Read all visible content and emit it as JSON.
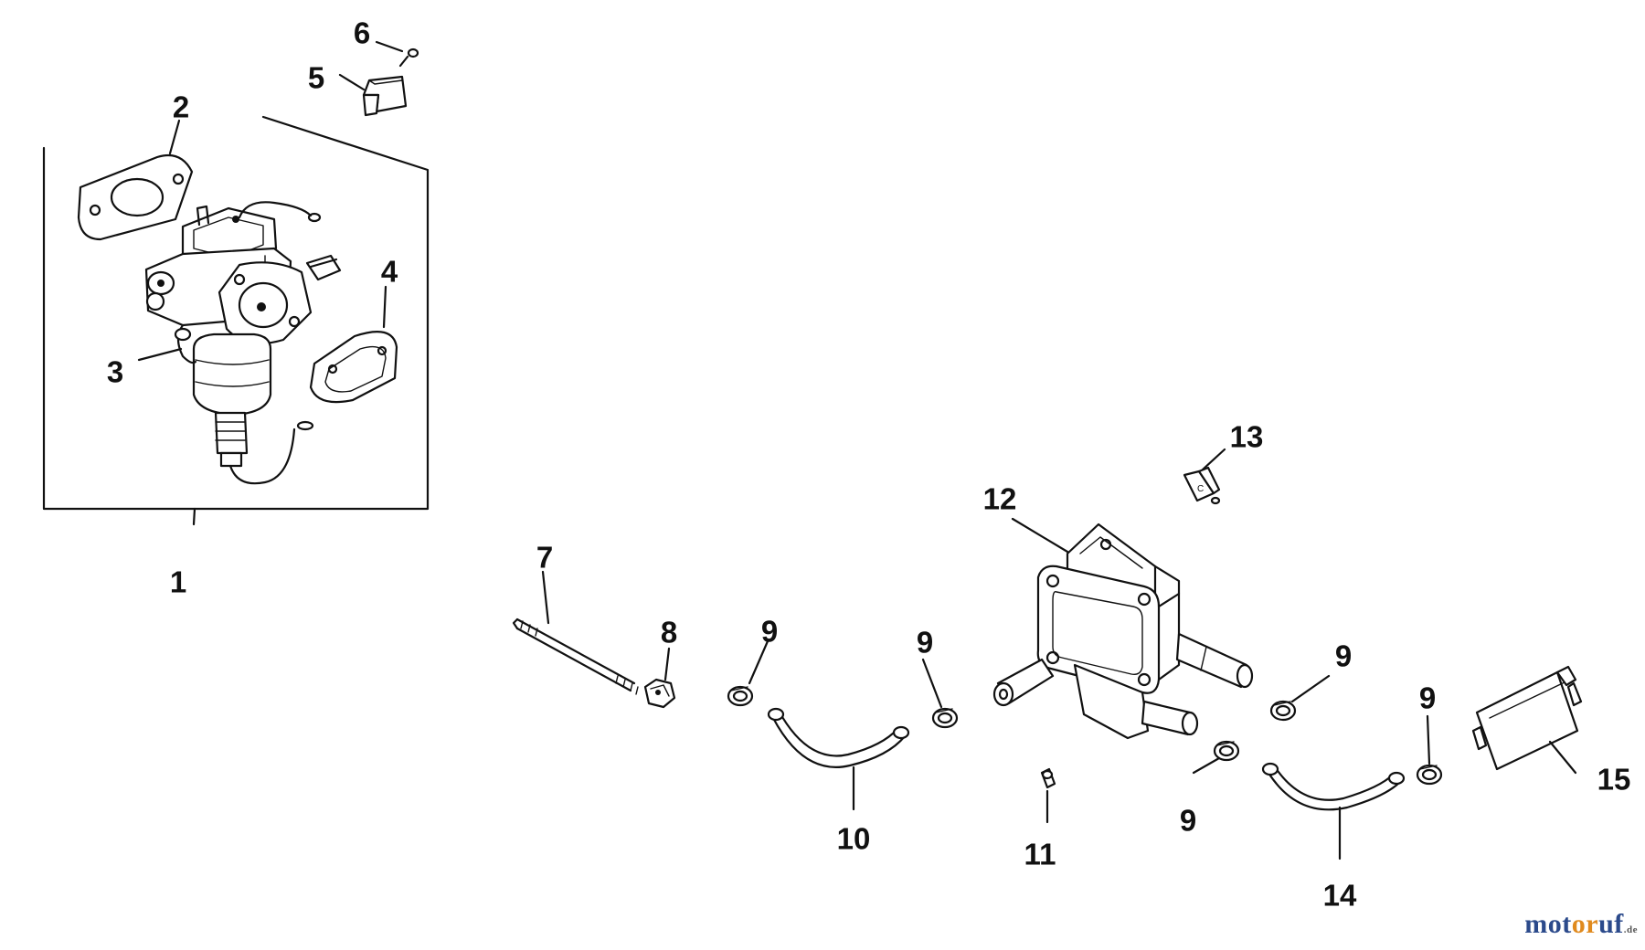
{
  "callouts": {
    "c1": "1",
    "c2": "2",
    "c3": "3",
    "c4": "4",
    "c5": "5",
    "c6": "6",
    "c7": "7",
    "c8": "8",
    "c9a": "9",
    "c9b": "9",
    "c9c": "9",
    "c9d": "9",
    "c9e": "9",
    "c10": "10",
    "c11": "11",
    "c12": "12",
    "c13": "13",
    "c14": "14",
    "c15": "15"
  },
  "watermark": {
    "part1": "mot",
    "part2": "or",
    "part3": "uf",
    "tld": ".de"
  }
}
